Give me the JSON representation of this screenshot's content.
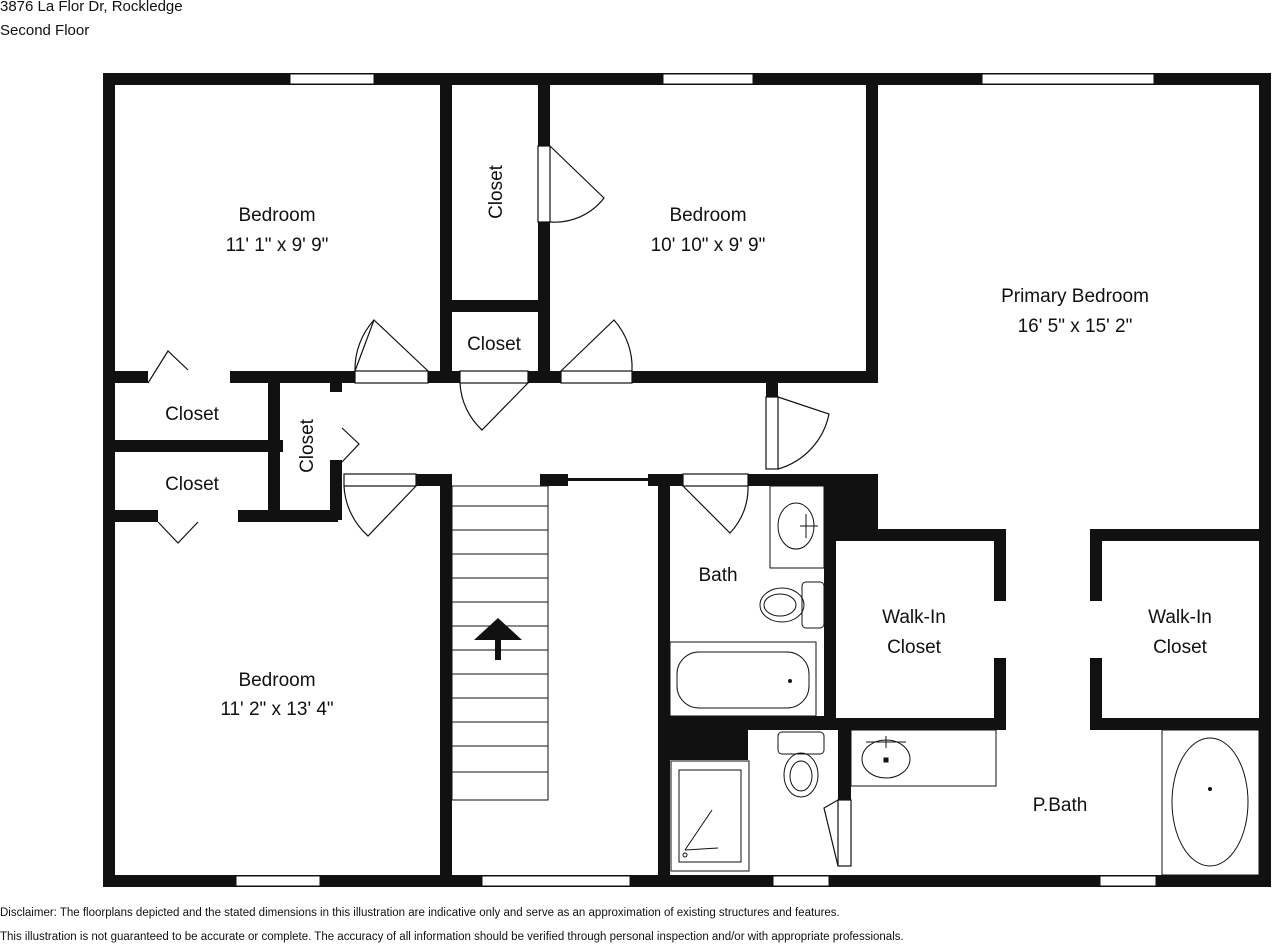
{
  "header": {
    "address": "3876 La Flor Dr, Rockledge",
    "floor": "Second Floor"
  },
  "rooms": {
    "bedroom_nw": {
      "name": "Bedroom",
      "dims": "11' 1\" x 9' 9\""
    },
    "bedroom_n": {
      "name": "Bedroom",
      "dims": "10' 10\" x 9' 9\""
    },
    "primary": {
      "name": "Primary Bedroom",
      "dims": "16' 5\" x 15' 2\""
    },
    "bedroom_sw": {
      "name": "Bedroom",
      "dims": "11' 2\" x 13' 4\""
    },
    "closet_top": "Closet",
    "closet_mid": "Closet",
    "closet_west1": "Closet",
    "closet_west2": "Closet",
    "closet_hall": "Closet",
    "bath": "Bath",
    "walkin_left": [
      "Walk-In",
      "Closet"
    ],
    "walkin_right": [
      "Walk-In",
      "Closet"
    ],
    "pbath": "P.Bath"
  },
  "disclaimer": {
    "line1": "Disclaimer: The floorplans depicted and the stated dimensions in this illustration are indicative only and serve as an approximation of existing structures and features.",
    "line2": "This illustration is not guaranteed to be accurate or complete. The accuracy of all information should be verified through personal inspection and/or with appropriate professionals."
  }
}
